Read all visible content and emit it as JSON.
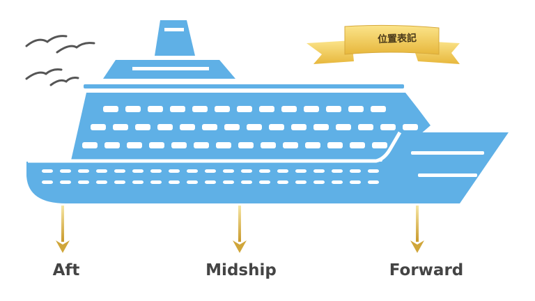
{
  "banner": {
    "text": "位置表記"
  },
  "positions": [
    {
      "id": "aft",
      "label": "Aft"
    },
    {
      "id": "midship",
      "label": "Midship"
    },
    {
      "id": "forward",
      "label": "Forward"
    }
  ],
  "colors": {
    "hull": "#5fb0e6",
    "windows": "#ffffff",
    "arrow": "#d8b248",
    "banner": "#f3cf5a",
    "birds": "#555555",
    "label_text": "#444444"
  }
}
